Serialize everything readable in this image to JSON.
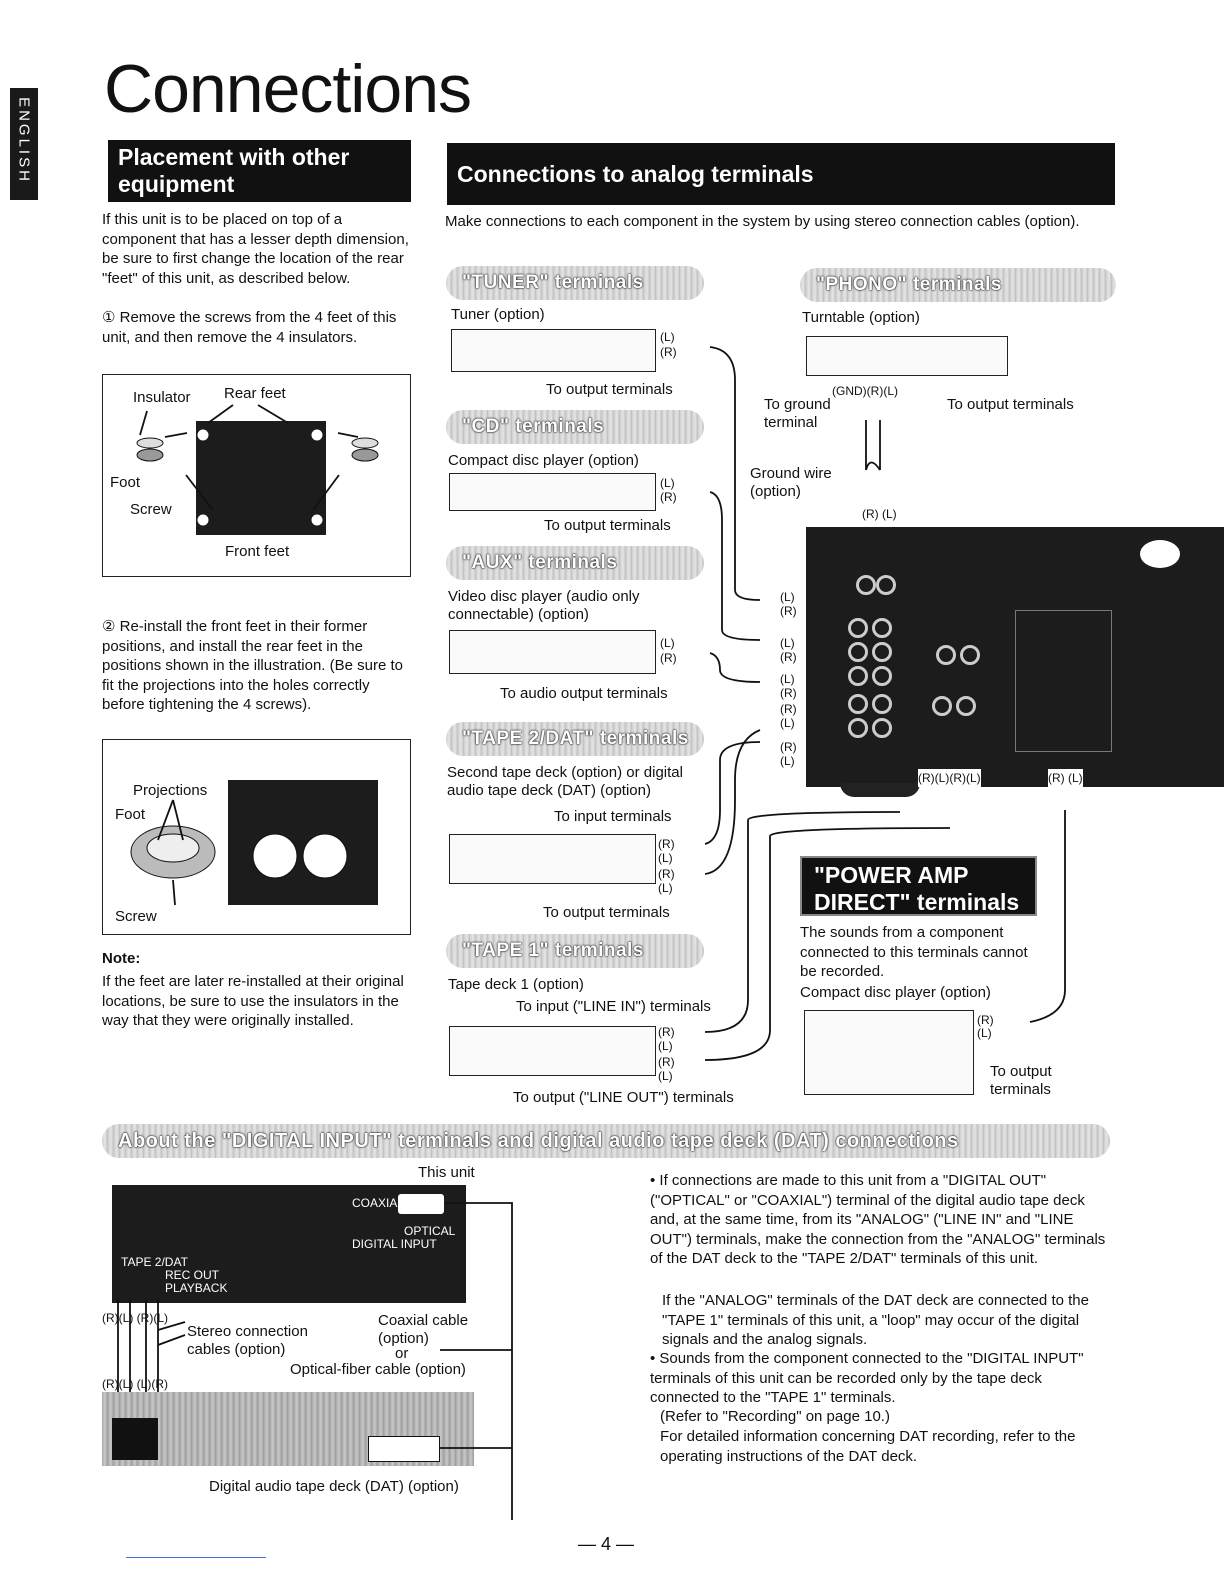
{
  "language_tab": "ENGLISH",
  "page_title": "Connections",
  "placement": {
    "header": "Placement with other equipment",
    "intro": "If this unit is to be placed on top of a component that has a lesser depth dimension, be sure to first change the location of the rear \"feet\" of this unit, as described below.",
    "step1": "① Remove the screws from the 4 feet of this unit, and then remove the 4 insulators.",
    "fig1": {
      "insulator": "Insulator",
      "rear_feet": "Rear feet",
      "foot": "Foot",
      "screw": "Screw",
      "front_feet": "Front feet"
    },
    "step2": "② Re-install the front feet in their former positions, and install the rear feet in the positions shown in the illustration. (Be sure to fit the projections into the holes correctly before tightening the 4 screws).",
    "fig2": {
      "projections": "Projections",
      "foot": "Foot",
      "screw": "Screw"
    },
    "note_title": "Note:",
    "note_text": "If the feet are later re-installed at their original locations, be sure to use the insulators in the way that they were originally installed."
  },
  "analog": {
    "header": "Connections to analog terminals",
    "intro": "Make connections to each component in the system by using stereo connection cables (option).",
    "tuner": {
      "pill": "\"TUNER\" terminals",
      "device": "Tuner (option)",
      "to": "To output terminals"
    },
    "cd": {
      "pill": "\"CD\" terminals",
      "device": "Compact disc player (option)",
      "to": "To output terminals"
    },
    "aux": {
      "pill": "\"AUX\" terminals",
      "device": "Video disc player (audio only connectable) (option)",
      "to": "To audio output terminals"
    },
    "tape2": {
      "pill": "\"TAPE 2/DAT\" terminals",
      "device": "Second tape deck (option) or digital audio tape deck (DAT) (option)",
      "to_input": "To input terminals",
      "to_output": "To output terminals"
    },
    "tape1": {
      "pill": "\"TAPE 1\" terminals",
      "device": "Tape deck 1 (option)",
      "to_input": "To input (\"LINE IN\") terminals",
      "to_output": "To output (\"LINE OUT\") terminals"
    },
    "phono": {
      "pill": "\"PHONO\" terminals",
      "device": "Turntable (option)",
      "gnd_rl": "(GND)(R)(L)",
      "to_ground": "To ground terminal",
      "to_output": "To output terminals",
      "ground_wire": "Ground wire (option)",
      "rl": "(R) (L)"
    },
    "power_amp": {
      "header": "\"POWER AMP DIRECT\" terminals",
      "text": "The sounds from a component connected to this terminals cannot be recorded.",
      "device": "Compact disc player (option)",
      "to_output": "To output terminals"
    },
    "rl_bottom": "(R)(L)(R)(L)",
    "rl_bottom2": "(R) (L)",
    "R": "(R)",
    "L": "(L)"
  },
  "digital": {
    "pill": "About the \"DIGITAL INPUT\" terminals and digital audio tape deck (DAT) connections",
    "this_unit": "This unit",
    "coaxial": "COAXIAL",
    "optical": "OPTICAL",
    "digital_input": "DIGITAL INPUT",
    "tape2dat": "TAPE 2/DAT",
    "rec_out": "REC OUT",
    "playback": "PLAYBACK",
    "rl_top": "(R)(L) (R)(L)",
    "rl_bottom": "(R)(L) (L)(R)",
    "stereo_cables": "Stereo connection cables (option)",
    "coaxial_cable": "Coaxial cable (option)",
    "or": "or",
    "optical_cable": "Optical-fiber cable (option)",
    "dat_label": "Digital audio tape deck (DAT) (option)",
    "bullet1": "• If connections are made to this unit from a \"DIGITAL OUT\" (\"OPTICAL\" or \"COAXIAL\") terminal of the digital audio tape deck and, at the same time, from its \"ANALOG\" (\"LINE IN\" and \"LINE OUT\") terminals, make the connection from the \"ANALOG\" terminals of the DAT deck to the \"TAPE 2/DAT\" terminals of this unit.",
    "bullet1b": "If the \"ANALOG\" terminals of the DAT deck are connected to the \"TAPE 1\" terminals of this unit, a \"loop\" may occur of the digital signals and the analog signals.",
    "bullet2": "• Sounds from the component connected to the \"DIGITAL INPUT\" terminals of this unit can be recorded only by the tape deck connected to the \"TAPE 1\" terminals.",
    "bullet2b": "(Refer to \"Recording\" on page 10.)",
    "bullet2c": "For detailed information concerning DAT recording, refer to the operating instructions of the DAT deck."
  },
  "page_number": "— 4 —"
}
